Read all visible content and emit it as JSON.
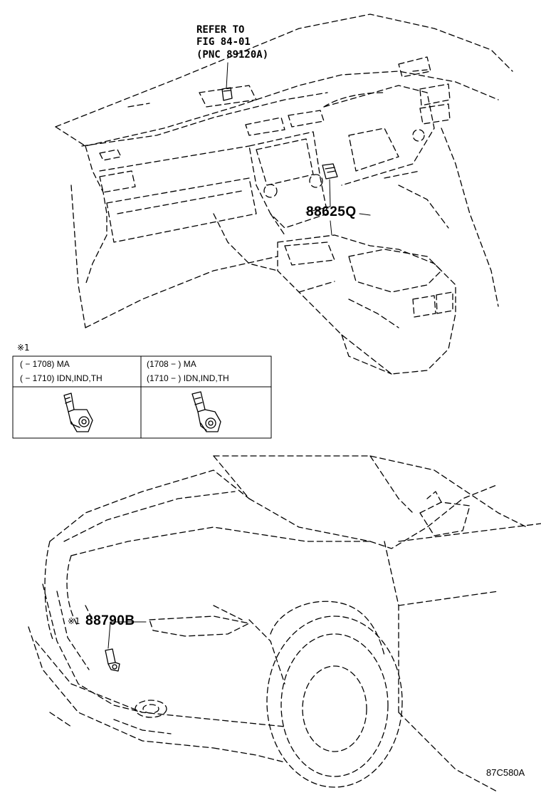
{
  "refer": {
    "line1": "REFER TO",
    "line2": "FIG 84-01",
    "line3": "(PNC 89120A)"
  },
  "callouts": {
    "upper_part": "88625Q",
    "lower_part": "88790B",
    "lower_note_mark": "※1"
  },
  "variant_table": {
    "note_mark": "※1",
    "left": {
      "row1": "(    − 1708) MA",
      "row2": "(    − 1710) IDN,IND,TH"
    },
    "right": {
      "row1": "(1708 −     ) MA",
      "row2": "(1710 −     ) IDN,IND,TH"
    }
  },
  "figure_code": "87C580A"
}
